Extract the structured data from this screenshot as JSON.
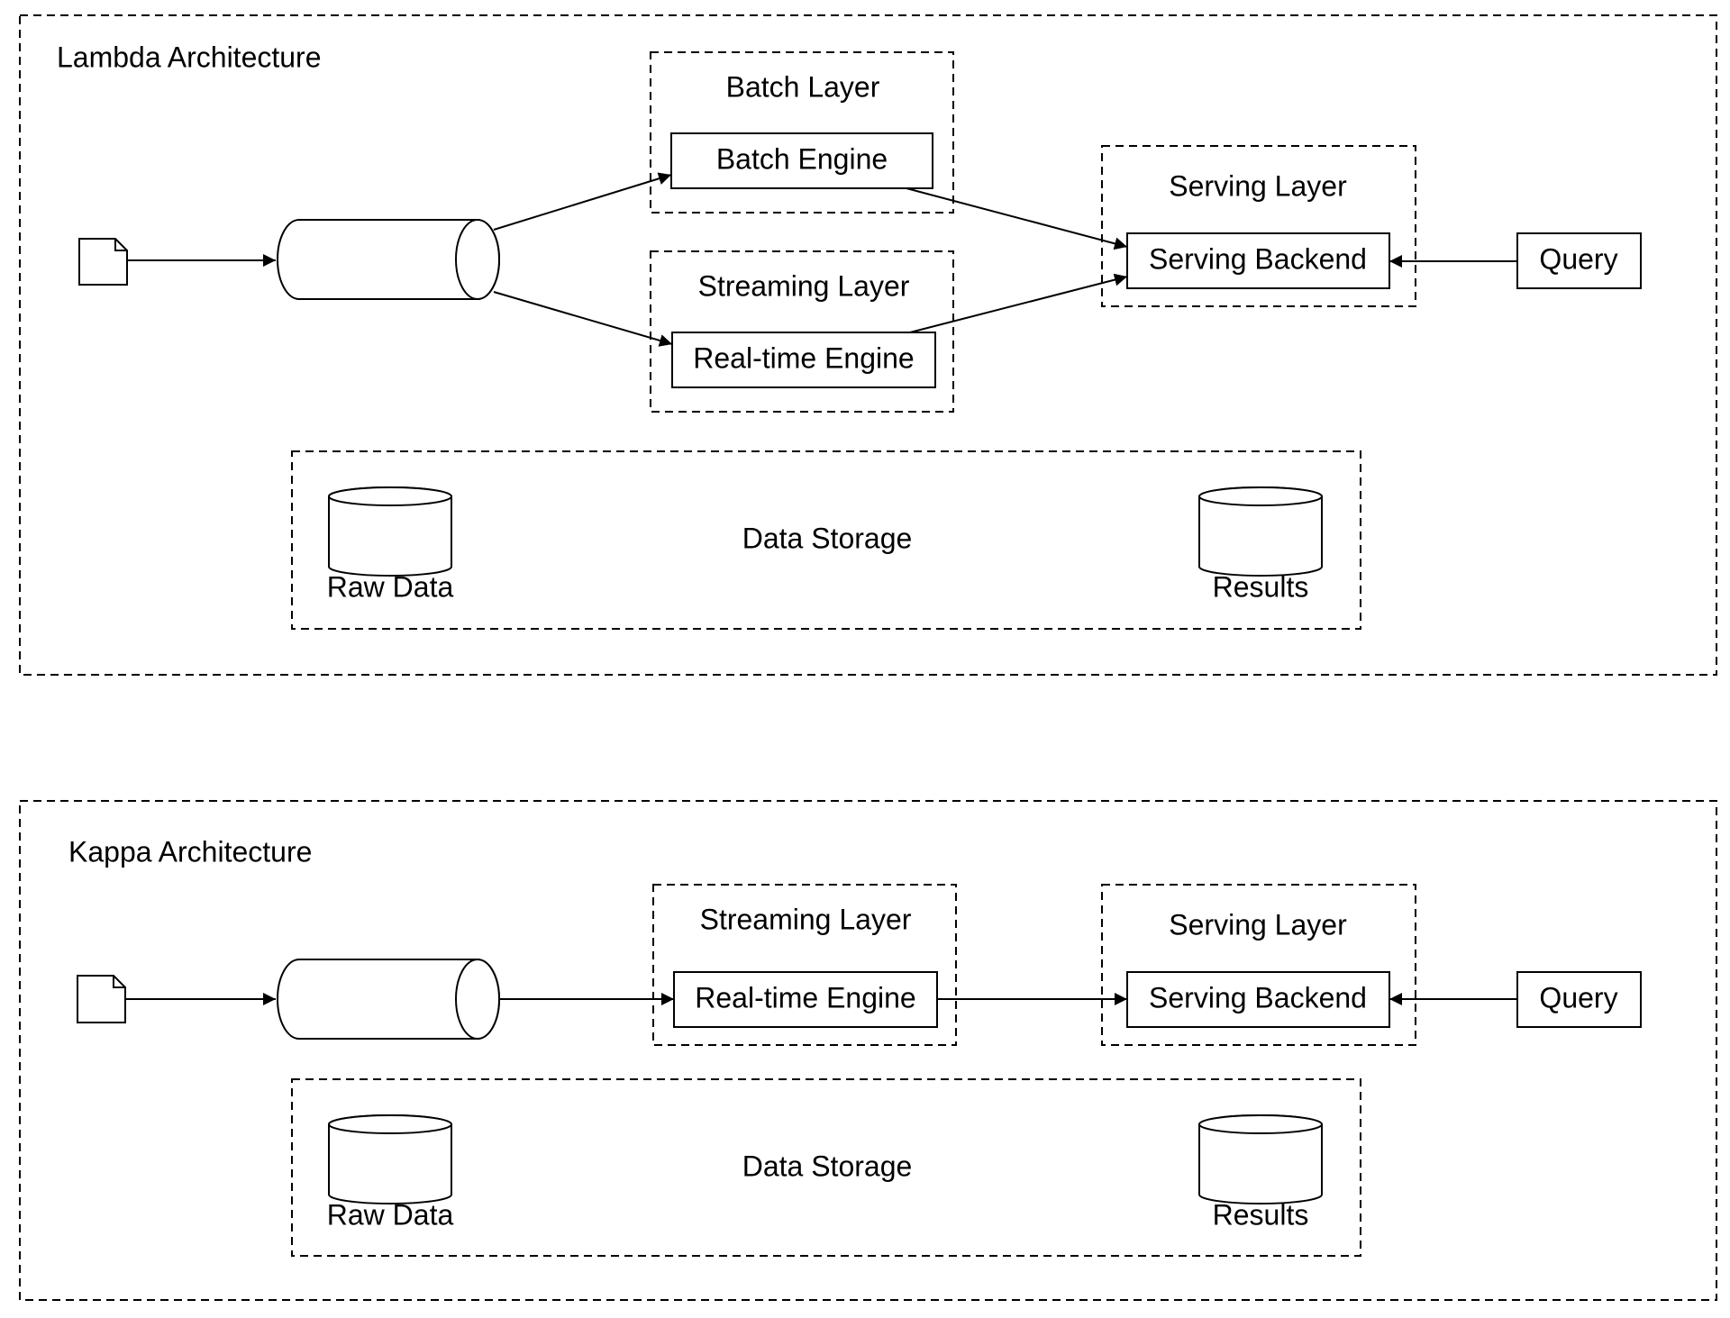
{
  "lambda": {
    "title": "Lambda Architecture",
    "batch_layer": {
      "label": "Batch Layer",
      "engine": "Batch Engine"
    },
    "streaming_layer": {
      "label": "Streaming Layer",
      "engine": "Real-time Engine"
    },
    "serving_layer": {
      "label": "Serving Layer",
      "backend": "Serving Backend"
    },
    "query": "Query",
    "storage": {
      "label": "Data Storage",
      "raw": "Raw Data",
      "results": "Results"
    }
  },
  "kappa": {
    "title": "Kappa Architecture",
    "streaming_layer": {
      "label": "Streaming Layer",
      "engine": "Real-time Engine"
    },
    "serving_layer": {
      "label": "Serving Layer",
      "backend": "Serving Backend"
    },
    "query": "Query",
    "storage": {
      "label": "Data Storage",
      "raw": "Raw Data",
      "results": "Results"
    }
  },
  "icons": {
    "source": "document-icon",
    "queue": "message-queue-icon",
    "database": "database-icon"
  }
}
